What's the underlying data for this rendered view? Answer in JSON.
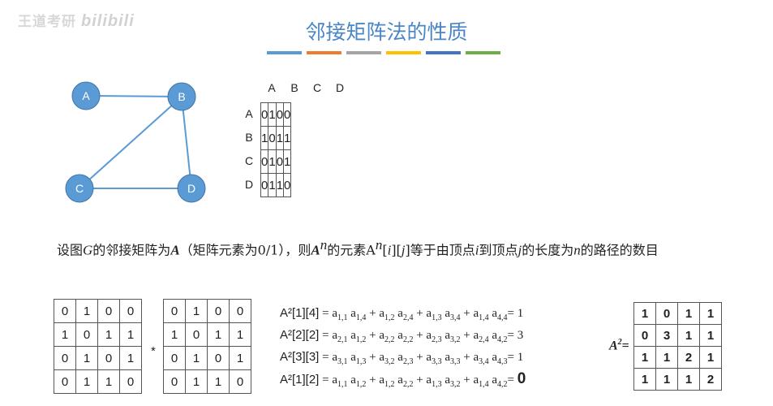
{
  "watermark": {
    "text1": "王道考研",
    "text2": "bilibili"
  },
  "title": "邻接矩阵法的性质",
  "title_bar_colors": [
    "#5b9bd5",
    "#ed7d31",
    "#a5a5a5",
    "#ffc000",
    "#4472c4",
    "#70ad47"
  ],
  "graph": {
    "node_fill": "#5b9bd5",
    "nodes": [
      {
        "id": "A",
        "label": "A"
      },
      {
        "id": "B",
        "label": "B"
      },
      {
        "id": "C",
        "label": "C"
      },
      {
        "id": "D",
        "label": "D"
      }
    ],
    "edges": [
      [
        "A",
        "B"
      ],
      [
        "B",
        "C"
      ],
      [
        "B",
        "D"
      ],
      [
        "C",
        "D"
      ]
    ]
  },
  "adjacency": {
    "col_headers": [
      "A",
      "B",
      "C",
      "D"
    ],
    "row_headers": [
      "A",
      "B",
      "C",
      "D"
    ],
    "rows": [
      [
        "0",
        "1",
        "0",
        "0"
      ],
      [
        "1",
        "0",
        "1",
        "1"
      ],
      [
        "0",
        "1",
        "0",
        "1"
      ],
      [
        "0",
        "1",
        "1",
        "0"
      ]
    ]
  },
  "sentence": {
    "p1": "设图",
    "G": "G",
    "p2": "的邻接矩阵为",
    "A": "A",
    "p3": "（矩阵元素为0/1），则",
    "An": "A",
    "n_sup": "n",
    "p4": "的元素A",
    "n_sup2": "n",
    "p5": "[",
    "i": "i",
    "p6": "][",
    "j": "j",
    "p7": "]等于由顶点",
    "i2": "i",
    "p8": "到顶点",
    "j2": "j",
    "p9": "的长度为",
    "n": "n",
    "p10": "的路径的数目"
  },
  "matrix_left": [
    [
      "0",
      "1",
      "0",
      "0"
    ],
    [
      "1",
      "0",
      "1",
      "1"
    ],
    [
      "0",
      "1",
      "0",
      "1"
    ],
    [
      "0",
      "1",
      "1",
      "0"
    ]
  ],
  "matrix_right": [
    [
      "0",
      "1",
      "0",
      "0"
    ],
    [
      "1",
      "0",
      "1",
      "1"
    ],
    [
      "0",
      "1",
      "0",
      "1"
    ],
    [
      "0",
      "1",
      "1",
      "0"
    ]
  ],
  "multiply_symbol": "*",
  "formulas": [
    {
      "lhs": "A²[1][4] = ",
      "terms": [
        [
          "1,1",
          "1,4"
        ],
        [
          "1,2",
          "2,4"
        ],
        [
          "1,3",
          "3,4"
        ],
        [
          "1,4",
          "4,4"
        ]
      ],
      "result": "1"
    },
    {
      "lhs": "A²[2][2] = ",
      "terms": [
        [
          "2,1",
          "1,2"
        ],
        [
          "2,2",
          "2,2"
        ],
        [
          "2,3",
          "3,2"
        ],
        [
          "2,4",
          "4,2"
        ]
      ],
      "result": "3"
    },
    {
      "lhs": "A²[3][3] = ",
      "terms": [
        [
          "3,1",
          "1,3"
        ],
        [
          "3,2",
          "2,3"
        ],
        [
          "3,3",
          "3,3"
        ],
        [
          "3,4",
          "4,3"
        ]
      ],
      "result": "1"
    },
    {
      "lhs": "A²[1][2] = ",
      "terms": [
        [
          "1,1",
          "1,2"
        ],
        [
          "1,2",
          "2,2"
        ],
        [
          "1,3",
          "3,2"
        ],
        [
          "1,4",
          "4,2"
        ]
      ],
      "result": "0"
    }
  ],
  "a2_label": {
    "base": "A",
    "sup": "2",
    "eq": "="
  },
  "matrix_result": [
    [
      "1",
      "0",
      "1",
      "1"
    ],
    [
      "0",
      "3",
      "1",
      "1"
    ],
    [
      "1",
      "1",
      "2",
      "1"
    ],
    [
      "1",
      "1",
      "1",
      "2"
    ]
  ]
}
